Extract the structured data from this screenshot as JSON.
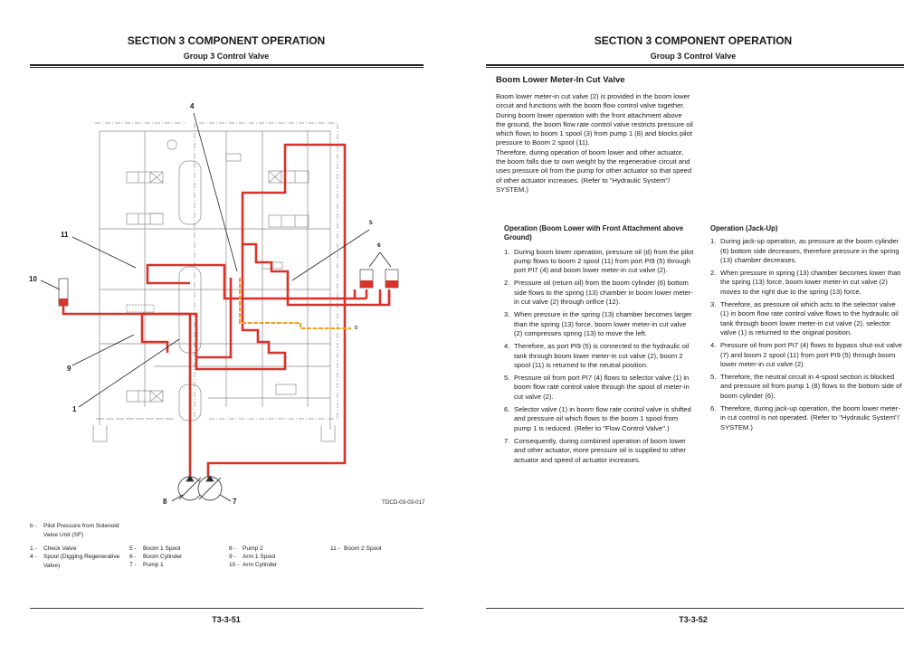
{
  "left_page": {
    "section": "SECTION 3 COMPONENT OPERATION",
    "group": "Group 3 Control Valve",
    "figure": {
      "labels": {
        "n1": "1",
        "n4": "4",
        "n5": "5",
        "n6": "6",
        "n7": "7",
        "n8": "8",
        "n9": "9",
        "n10": "10",
        "n11": "11",
        "b": "b"
      },
      "code": "TDCD-03-03-017",
      "colors": {
        "pressure": "#d8322a",
        "pilot": "#f0a020",
        "line": "#888888"
      }
    },
    "legend": {
      "b": {
        "key": "b -",
        "text": "Pilot Pressure from Solenoid Valve Unit (SF)"
      },
      "items": [
        {
          "key": "1 -",
          "text": "Check Valve"
        },
        {
          "key": "4 -",
          "text": "Spool (Digging Regenerative Valve)"
        },
        {
          "key": "5 -",
          "text": "Boom 1 Spool"
        },
        {
          "key": "6 -",
          "text": "Boom Cylinder"
        },
        {
          "key": "7 -",
          "text": "Pump 1"
        },
        {
          "key": "8 -",
          "text": "Pump 2"
        },
        {
          "key": "9 -",
          "text": "Arm 1 Spool"
        },
        {
          "key": "10 -",
          "text": "Arm Cylinder"
        },
        {
          "key": "11 -",
          "text": "Boom 2 Spool"
        }
      ]
    },
    "page_number": "T3-3-51"
  },
  "right_page": {
    "section": "SECTION 3 COMPONENT OPERATION",
    "group": "Group 3 Control Valve",
    "title": "Boom Lower Meter-In Cut Valve",
    "intro": [
      "Boom lower meter-in cut valve (2) is provided in the boom lower circuit and functions with the boom flow control valve together.",
      "During boom lower operation with the front attachment above the ground, the boom flow rate control valve restricts pressure oil which flows to boom 1 spool (3) from pump 1 (8) and blocks pilot pressure to Boom 2 spool (11).",
      "Therefore, during operation of boom lower and other actuator, the boom falls due to own weight by the regenerative circuit and uses pressure oil from the pump for other actuator so that speed of other actuator increases. (Refer to \"Hydraulic System\"/ SYSTEM.)"
    ],
    "op1": {
      "title": "Operation (Boom Lower with Front Attachment above Ground)",
      "steps": [
        {
          "n": "1.",
          "t": "During boom lower operation, pressure oil (d) from the pilot pump flows to boom 2 spool (11) from port PI9 (5) through port PI7 (4) and boom lower meter-in cut valve (2)."
        },
        {
          "n": "2.",
          "t": "Pressure oil (return oil) from the boom cylinder (6) bottom side flows to the spring (13) chamber in boom lower meter-in cut valve (2) through orifice (12)."
        },
        {
          "n": "3.",
          "t": "When pressure in the spring (13) chamber becomes larger than the spring (13) force, boom lower meter-in cut valve (2) compresses spring (13) to move the left."
        },
        {
          "n": "4.",
          "t": "Therefore, as port PI9 (5) is connected to the hydraulic oil tank through boom lower meter-in cut valve (2), boom 2 spool (11) is returned to the neutral position."
        },
        {
          "n": "5.",
          "t": "Pressure oil from port PI7 (4) flows to selector valve (1) in boom flow rate control valve through the spool of meter-in cut valve (2)."
        },
        {
          "n": "6.",
          "t": "Selector valve (1) in boom flow rate control valve is shifted and pressure oil which flows to the boom 1 spool from pump 1 is reduced. (Refer to \"Flow Control Valve\".)"
        },
        {
          "n": "7.",
          "t": "Consequently, during combined operation of boom lower and other actuator, more pressure oil is supplied to other actuator and speed of actuator increases."
        }
      ]
    },
    "op2": {
      "title": "Operation (Jack-Up)",
      "steps": [
        {
          "n": "1.",
          "t": "During jack-up operation, as pressure at the boom cylinder (6) bottom side decreases, therefore pressure in the spring (13) chamber decreases."
        },
        {
          "n": "2.",
          "t": "When pressure in spring (13) chamber becomes lower than the spring (13) force, boom lower meter-in cut valve (2) moves to the right due to the spring (13) force."
        },
        {
          "n": "3.",
          "t": "Therefore, as pressure oil which acts to the selector valve (1) in boom flow rate control valve flows to the hydraulic oil tank through boom lower meter-in cut valve (2), selector valve (1) is returned to the original position."
        },
        {
          "n": "4.",
          "t": "Pressure oil from port PI7 (4) flows to bypass shut-out valve (7) and boom 2 spool (11) from port PI9 (5) through boom lower meter-in cut valve (2)."
        },
        {
          "n": "5.",
          "t": "Therefore, the neutral circuit in 4-spool section is blocked and pressure oil from pump 1 (8) flows to the bottom side of boom cylinder (6)."
        },
        {
          "n": "6.",
          "t": "Therefore, during jack-up operation, the boom lower meter-in cut control is not operated. (Refer to \"Hydraulic System\"/ SYSTEM.)"
        }
      ]
    },
    "page_number": "T3-3-52"
  }
}
